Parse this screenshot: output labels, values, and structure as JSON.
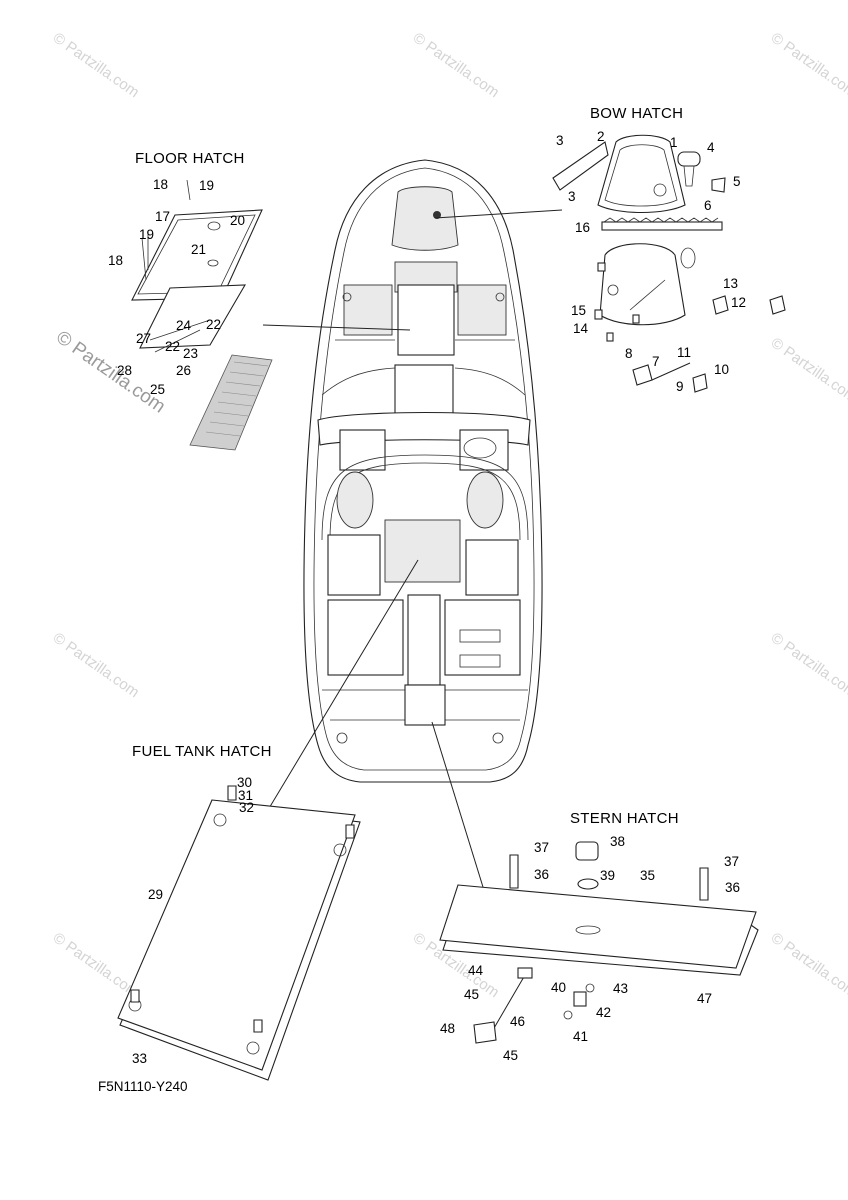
{
  "titles": {
    "bow": "BOW HATCH",
    "floor": "FLOOR HATCH",
    "fuel": "FUEL TANK HATCH",
    "stern": "STERN HATCH"
  },
  "diagram_code": "F5N1110-Y240",
  "watermark_text": "© Partzilla.com",
  "watermark_side": "© Partzilla.com",
  "parts": {
    "p1": "1",
    "p2": "2",
    "p3a": "3",
    "p3b": "3",
    "p4": "4",
    "p5": "5",
    "p6": "6",
    "p7": "7",
    "p8": "8",
    "p9": "9",
    "p10": "10",
    "p11": "11",
    "p12": "12",
    "p13": "13",
    "p14": "14",
    "p15": "15",
    "p16": "16",
    "p17": "17",
    "p18a": "18",
    "p18b": "18",
    "p19a": "19",
    "p19b": "19",
    "p20": "20",
    "p21": "21",
    "p22a": "22",
    "p22b": "22",
    "p23": "23",
    "p24": "24",
    "p25": "25",
    "p26": "26",
    "p27": "27",
    "p28": "28",
    "p29": "29",
    "p30": "30",
    "p31": "31",
    "p32": "32",
    "p33": "33",
    "p35": "35",
    "p36a": "36",
    "p36b": "36",
    "p37a": "37",
    "p37b": "37",
    "p38": "38",
    "p39": "39",
    "p40": "40",
    "p41": "41",
    "p42": "42",
    "p43": "43",
    "p44": "44",
    "p45a": "45",
    "p45b": "45",
    "p46": "46",
    "p47": "47",
    "p48": "48"
  }
}
